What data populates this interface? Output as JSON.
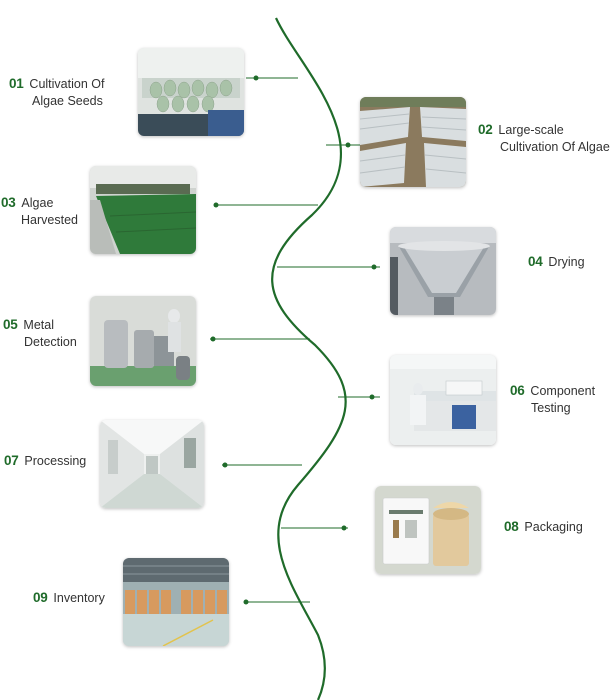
{
  "theme": {
    "accent": "#1f6b2a"
  },
  "steps": [
    {
      "num": "01",
      "lines": [
        "Cultivation Of",
        "Algae Seeds"
      ],
      "image": "lab-flasks-photo"
    },
    {
      "num": "02",
      "lines": [
        "Large-scale",
        "Cultivation Of Algae"
      ],
      "image": "greenhouse-field-photo"
    },
    {
      "num": "03",
      "lines": [
        "Algae",
        "Harvested"
      ],
      "image": "harvest-conveyor-photo"
    },
    {
      "num": "04",
      "lines": [
        "Drying"
      ],
      "image": "dryer-tank-photo"
    },
    {
      "num": "05",
      "lines": [
        "Metal",
        "Detection"
      ],
      "image": "metal-detector-photo"
    },
    {
      "num": "06",
      "lines": [
        "Component",
        "Testing"
      ],
      "image": "lab-testing-photo"
    },
    {
      "num": "07",
      "lines": [
        "Processing"
      ],
      "image": "clean-corridor-photo"
    },
    {
      "num": "08",
      "lines": [
        "Packaging"
      ],
      "image": "packaging-photo"
    },
    {
      "num": "09",
      "lines": [
        "Inventory"
      ],
      "image": "warehouse-photo"
    }
  ]
}
